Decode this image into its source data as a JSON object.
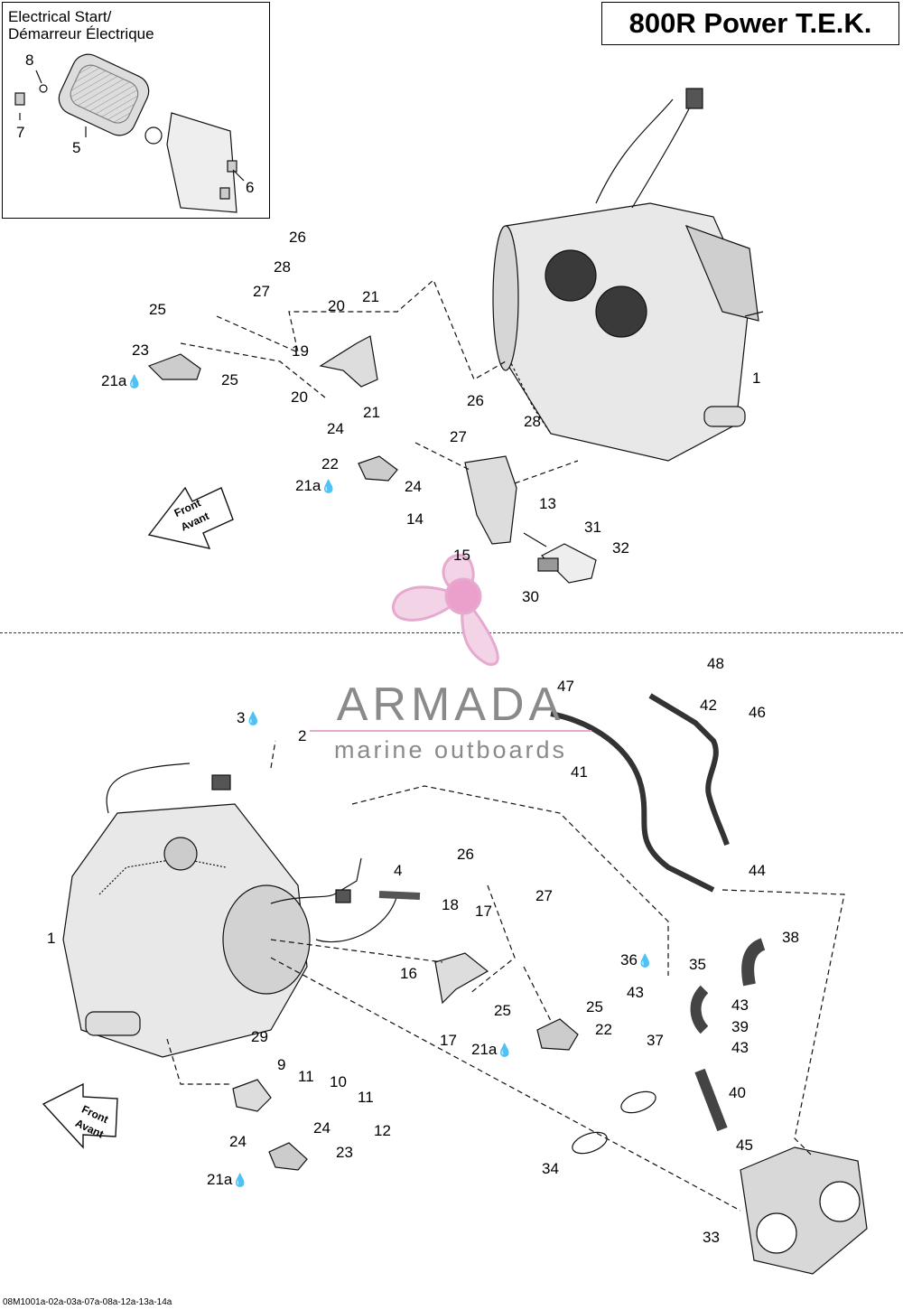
{
  "header": {
    "title": "800R Power T.E.K."
  },
  "inset": {
    "title_line1": "Electrical Start/",
    "title_line2": "Démarreur Électrique"
  },
  "direction_arrow": {
    "line1": "Front",
    "line2": "Avant"
  },
  "watermark": {
    "name": "ARMADA",
    "subtitle": "marine outboards",
    "brand_color": "#e6a9cf"
  },
  "footer": {
    "code": "08M1001a-02a-03a-07a-08a-12a-13a-14a"
  },
  "drop_icon": "oil-drop-icon",
  "callouts": [
    "8",
    "7",
    "5",
    "6",
    "26",
    "28",
    "27",
    "20",
    "21",
    "25",
    "23",
    "25",
    "21a",
    "19",
    "20",
    "21",
    "1",
    "26",
    "28",
    "27",
    "24",
    "22",
    "24",
    "21a",
    "13",
    "14",
    "15",
    "31",
    "32",
    "30",
    "48",
    "47",
    "42",
    "46",
    "3",
    "2",
    "41",
    "44",
    "26",
    "27",
    "4",
    "18",
    "17",
    "1",
    "16",
    "17",
    "25",
    "25",
    "22",
    "21a",
    "38",
    "36",
    "35",
    "43",
    "43",
    "39",
    "37",
    "43",
    "40",
    "29",
    "9",
    "11",
    "10",
    "11",
    "24",
    "12",
    "24",
    "23",
    "21a",
    "34",
    "45",
    "33"
  ]
}
